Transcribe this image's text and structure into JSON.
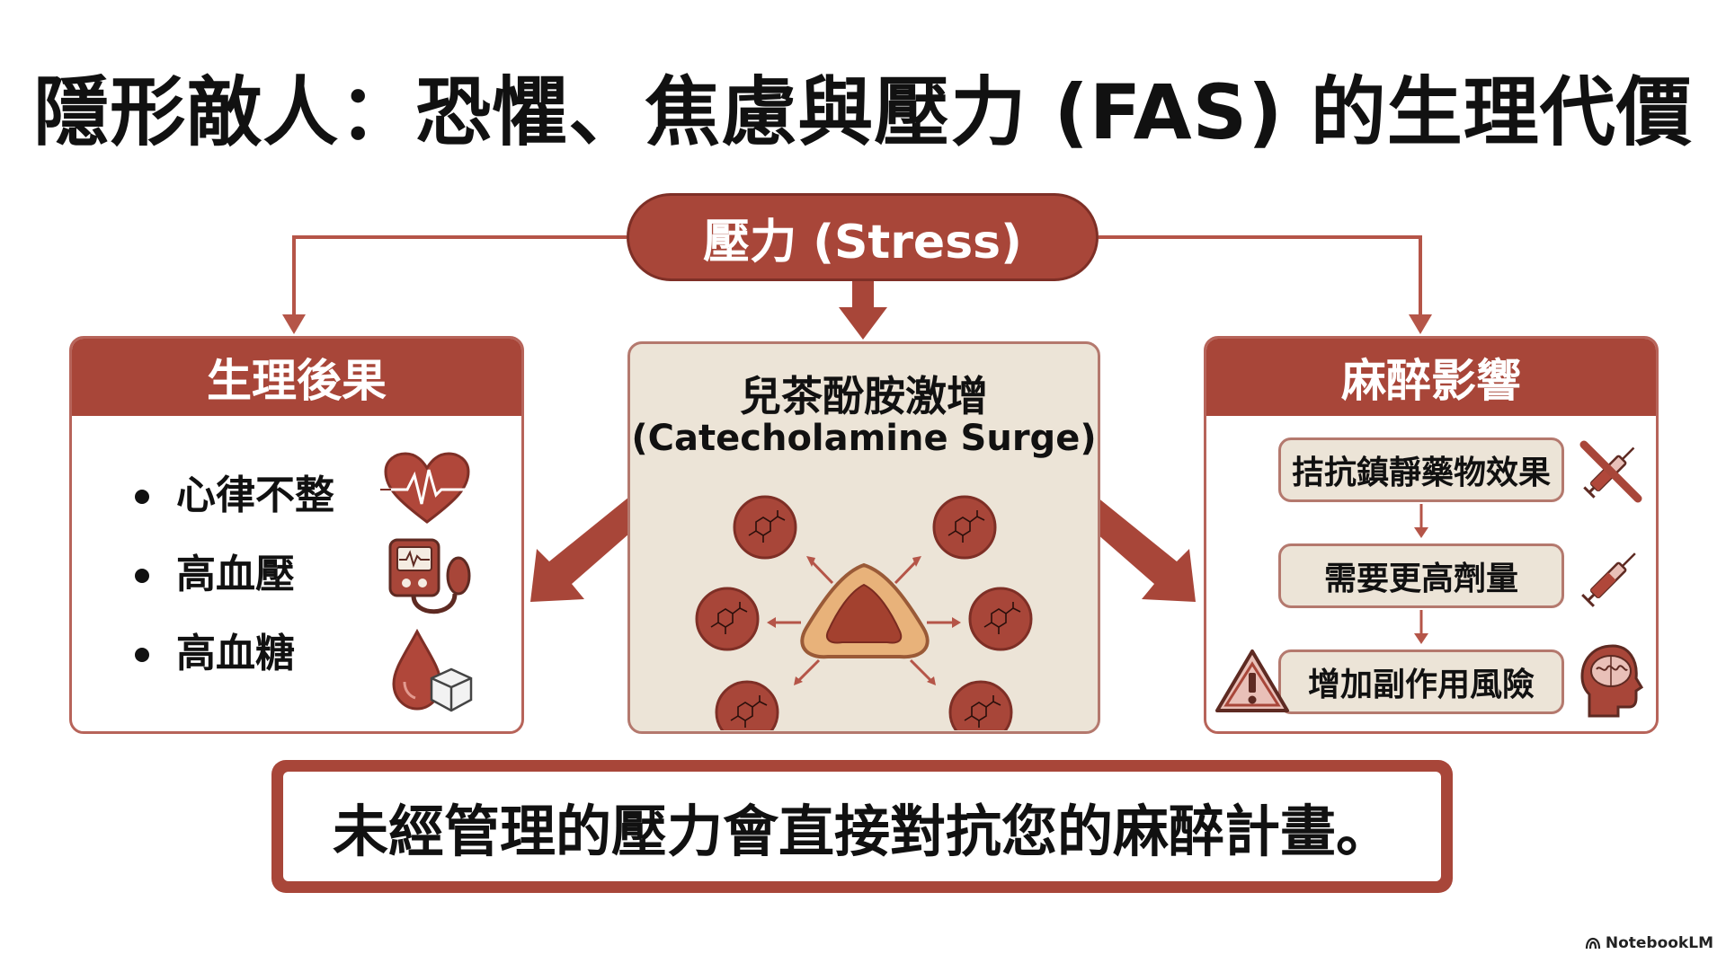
{
  "title": "隱形敵人：恐懼、焦慮與壓力 (FAS) 的生理代價",
  "root": {
    "label": "壓力 (Stress)"
  },
  "left_panel": {
    "title": "生理後果",
    "items": [
      {
        "label": "心律不整",
        "icon": "heart-ecg-icon"
      },
      {
        "label": "高血壓",
        "icon": "blood-pressure-monitor-icon"
      },
      {
        "label": "高血糖",
        "icon": "blood-drop-sugar-cube-icon"
      }
    ]
  },
  "center_panel": {
    "title": "兒茶酚胺激增",
    "subtitle": "(Catecholamine Surge)",
    "icon": "adrenal-gland-icon",
    "molecule_icon": "catecholamine-molecule-icon"
  },
  "right_panel": {
    "title": "麻醉影響",
    "steps": [
      {
        "label": "拮抗鎮靜藥物效果",
        "icon": "crossed-syringe-icon"
      },
      {
        "label": "需要更高劑量",
        "icon": "syringe-icon"
      },
      {
        "label": "增加副作用風險",
        "icon": "head-brain-icon"
      }
    ],
    "warning_icon": "warning-triangle-icon"
  },
  "conclusion": "未經管理的壓力會直接對抗您的麻醉計畫。",
  "watermark": "NotebookLM",
  "colors": {
    "primary": "#a84639",
    "dark": "#7e2f26",
    "beige": "#ece4d7",
    "border": "#b4796e",
    "text": "#111111"
  }
}
